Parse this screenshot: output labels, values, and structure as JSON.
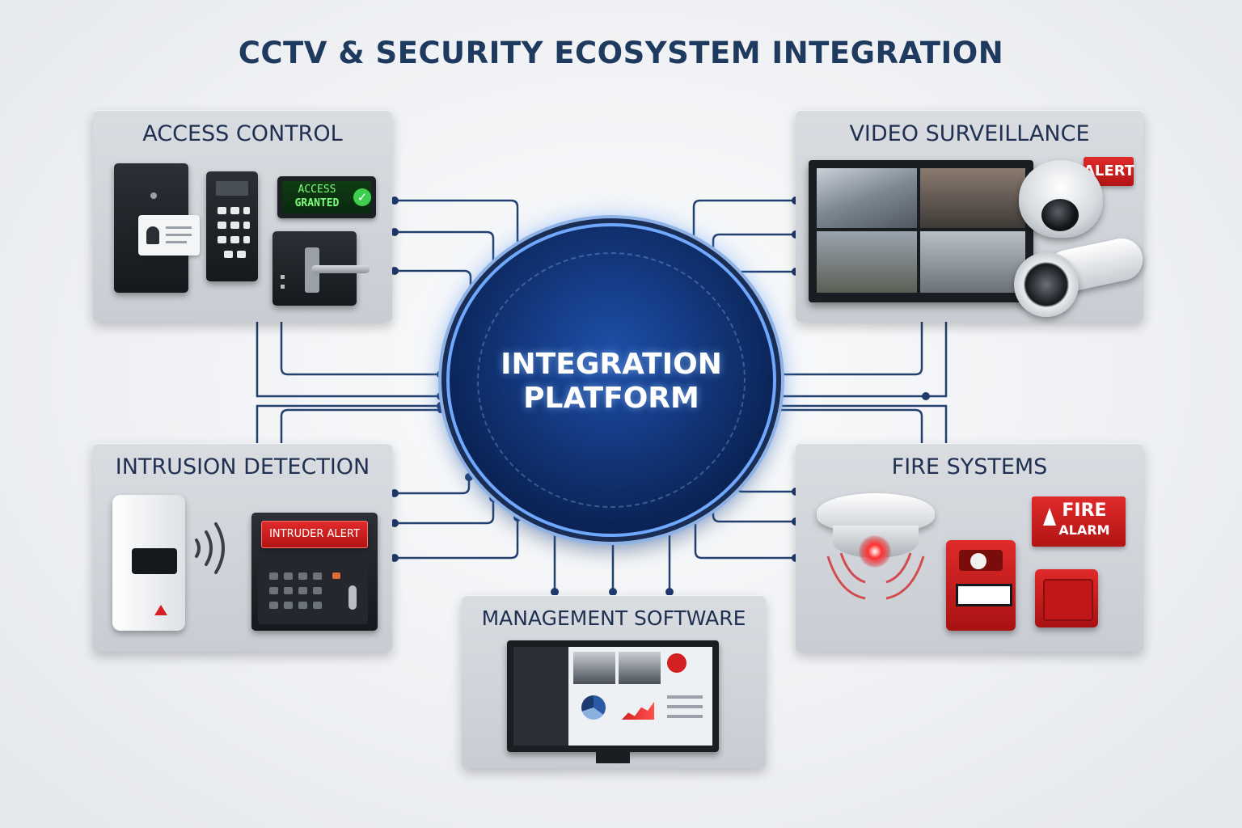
{
  "title": "CCTV & SECURITY ECOSYSTEM INTEGRATION",
  "hub": {
    "line1": "INTEGRATION",
    "line2": "PLATFORM"
  },
  "panels": {
    "access_control": {
      "title": "ACCESS CONTROL",
      "status_line1": "ACCESS",
      "status_line2": "GRANTED"
    },
    "video_surveillance": {
      "title": "VIDEO SURVEILLANCE",
      "alert": "ALERT"
    },
    "intrusion_detection": {
      "title": "INTRUSION DETECTION",
      "alert": "INTRUDER ALERT"
    },
    "fire_systems": {
      "title": "FIRE SYSTEMS",
      "alarm_line1": "FIRE",
      "alarm_line2": "ALARM"
    },
    "management_software": {
      "title": "MANAGEMENT SOFTWARE"
    }
  },
  "colors": {
    "wire": "#1f3a6e",
    "hub": "#143a82",
    "alert": "#d42020",
    "granted": "#3fcf4f"
  }
}
